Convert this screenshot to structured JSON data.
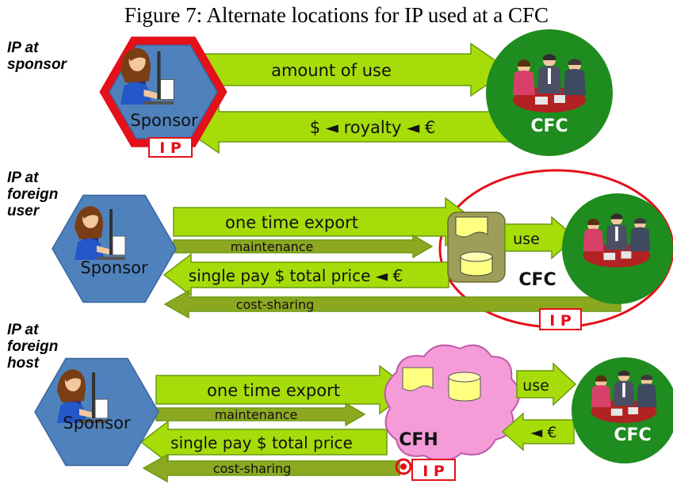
{
  "title": "Figure 7: Alternate locations for IP used at a CFC",
  "rows": [
    {
      "side_label": [
        "IP at",
        "sponsor"
      ],
      "sponsor": "Sponsor",
      "ip_badge": "I P",
      "arrow_right": "amount of use",
      "arrow_left": "$ ◄ royalty ◄ €",
      "cfc": "CFC"
    },
    {
      "side_label": [
        "IP at",
        "foreign",
        "user"
      ],
      "sponsor": "Sponsor",
      "arrow_export": "one time export",
      "arrow_maintenance": "maintenance",
      "arrow_use": "use",
      "arrow_price": "single pay $ total price ◄ €",
      "arrow_cost": "cost-sharing",
      "cfc_inner": "CFC",
      "ip_badge": "I P"
    },
    {
      "side_label": [
        "IP at",
        "foreign",
        "host"
      ],
      "sponsor": "Sponsor",
      "arrow_export": "one time export",
      "arrow_maintenance": "maintenance",
      "arrow_use": "use",
      "arrow_euro": "◄ €",
      "arrow_price": "single pay $ total price",
      "arrow_cost": "cost-sharing",
      "cfh": "CFH",
      "cfc": "CFC",
      "ip_badge": "I P"
    }
  ],
  "colors": {
    "arrow_fill": "#a6dc0a",
    "arrow_stroke": "#6a9a10",
    "dark_arrow_fill": "#8ca820",
    "hexagon": "#4f82bd",
    "cfc_circle": "#1e8c1e",
    "ip_frame": "#e4101a",
    "cfh_cloud": "#f49bd8",
    "db_box": "#9e9e5a",
    "db_yellow": "#ffff80"
  },
  "icons": {
    "sponsor_figure": "person-at-computer-icon",
    "meeting_figure": "business-meeting-icon",
    "document": "document-icon",
    "database": "database-cylinder-icon"
  }
}
